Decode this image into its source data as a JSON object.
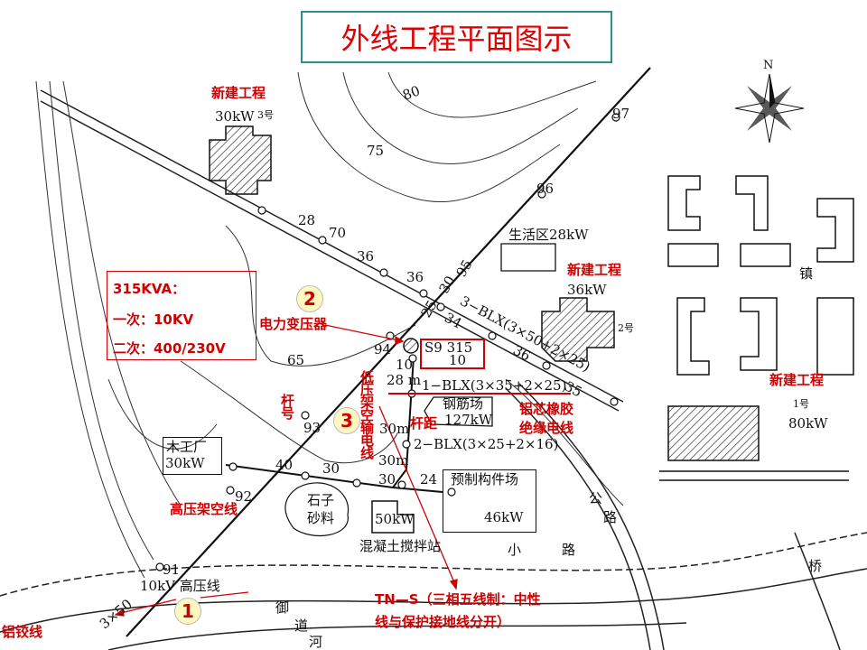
{
  "title": "外线工程平面图示",
  "spec_box": {
    "line1": "315KVA：",
    "line2": "一次：10KV",
    "line3": "二次：400/230V"
  },
  "badges": [
    "1",
    "2",
    "3"
  ],
  "red_labels": {
    "transformer": "电力变压器",
    "pole_number": "杆号",
    "pole_spacing": "杆距",
    "lv_line": "低压架空输电线",
    "cable": [
      "铝芯橡胶",
      "绝缘电线"
    ],
    "hv_line": "高压架空线",
    "aluminum": "铝铰线",
    "tns": [
      "TN—S（三相五线制：中性",
      "线与保护接地线分开）"
    ],
    "new_project": "新建工程"
  },
  "map": {
    "buildings": {
      "b3": {
        "name": "新建工程",
        "power": "30kW",
        "no": "3号"
      },
      "b2": {
        "name": "新建工程",
        "power": "36kW",
        "no": "2号"
      },
      "b1": {
        "name": "新建工程",
        "power": "80kW",
        "no": "1号"
      }
    },
    "living": "生活区28kW",
    "rebar": {
      "name": "钢筋场",
      "power": "127kW"
    },
    "wood": {
      "name": "木工厂",
      "power": "30kW"
    },
    "gravel": [
      "石子",
      "砂料"
    ],
    "concrete": {
      "power": "50kW",
      "name": "混凝土搅拌站"
    },
    "precast": {
      "name": "预制构件场",
      "power": "46kW"
    },
    "transformer": {
      "model": "S9  315",
      "kv": "10"
    },
    "cables": {
      "c1": "3−BLX(3×50+2×25)",
      "c2": "1−BLX(3×35+2×25)",
      "c3": "2−BLX(3×25+2×16)",
      "hv": "3×50"
    },
    "hv_label": "10kV 高压线",
    "spacings": [
      "28 m",
      "30m",
      "30m",
      "30",
      "24",
      "40",
      "30"
    ],
    "pole_nums": [
      "28",
      "70",
      "36",
      "36",
      "25",
      "30",
      "95",
      "34",
      "36",
      "35",
      "94",
      "10",
      "93",
      "92",
      "91",
      "97",
      "96"
    ],
    "contours": [
      "80",
      "75",
      "65"
    ],
    "roads": {
      "small": [
        "小",
        "路"
      ],
      "highway": [
        "公",
        "路"
      ],
      "river": [
        "御",
        "道",
        "河"
      ],
      "bridge": "桥",
      "town": "镇"
    },
    "compass": "N"
  }
}
